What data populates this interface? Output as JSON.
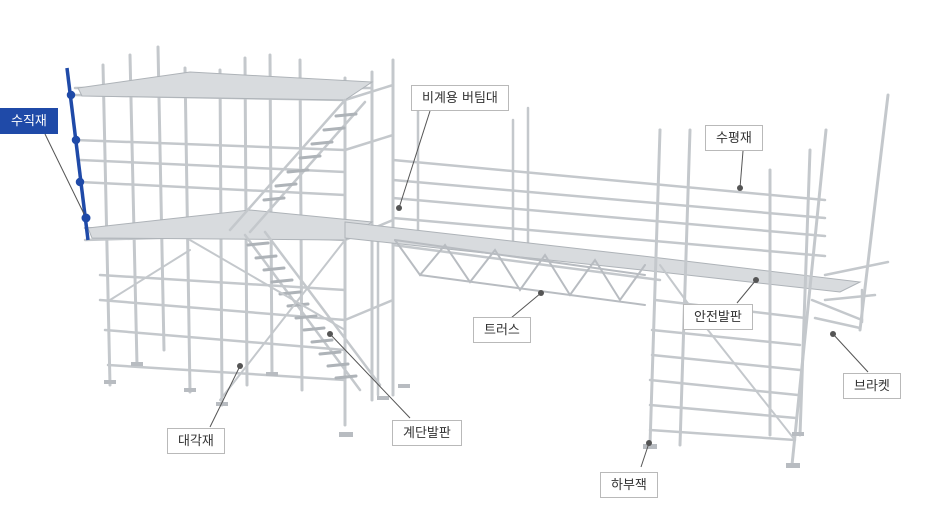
{
  "diagram": {
    "components": [
      {
        "id": "vertical",
        "label": "수직재",
        "active": true
      },
      {
        "id": "scaffold-brace",
        "label": "비계용 버팀대",
        "active": false
      },
      {
        "id": "horizontal",
        "label": "수평재",
        "active": false
      },
      {
        "id": "truss",
        "label": "트러스",
        "active": false
      },
      {
        "id": "safety-plank",
        "label": "안전발판",
        "active": false
      },
      {
        "id": "bracket",
        "label": "브라켓",
        "active": false
      },
      {
        "id": "diagonal",
        "label": "대각재",
        "active": false
      },
      {
        "id": "stair-plank",
        "label": "계단발판",
        "active": false
      },
      {
        "id": "base-jack",
        "label": "하부잭",
        "active": false
      }
    ]
  },
  "colors": {
    "accent": "#1f4aa8",
    "pipe": "#c4c8cc",
    "pipe_dark": "#9aa0a6",
    "leader": "#555555",
    "label_border": "#b9b9b9"
  }
}
